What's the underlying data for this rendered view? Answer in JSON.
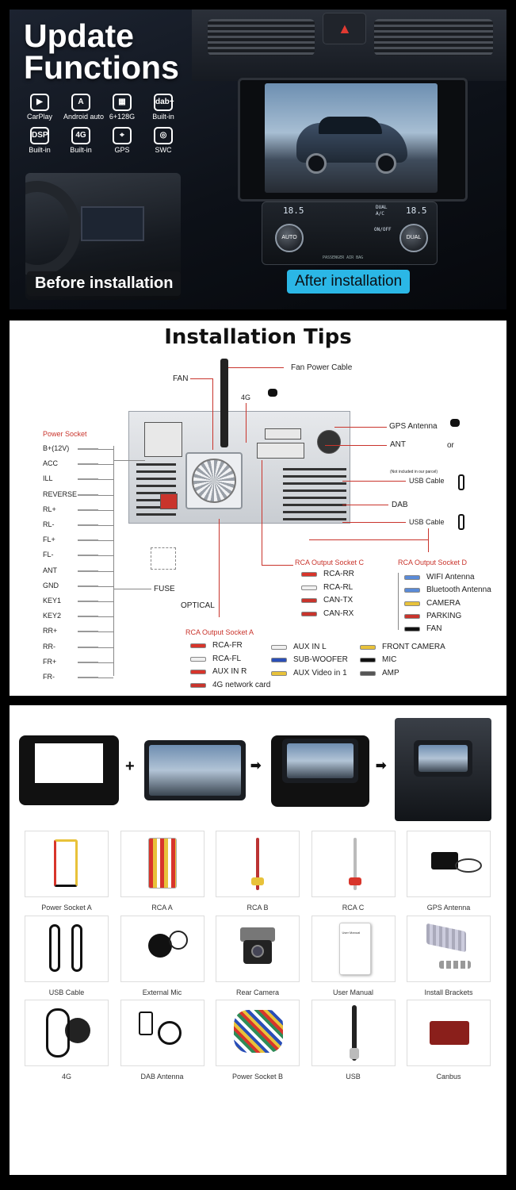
{
  "panel1": {
    "title_line1": "Update",
    "title_line2": "Functions",
    "features": [
      {
        "icon": "carplay-icon",
        "glyph": "▶",
        "label": "CarPlay"
      },
      {
        "icon": "android-auto-icon",
        "glyph": "A",
        "label": "Android auto"
      },
      {
        "icon": "chip-icon",
        "glyph": "▦",
        "label": "6+128G"
      },
      {
        "icon": "dab-icon",
        "glyph": "dab+",
        "label": "Built-in"
      },
      {
        "icon": "dsp-icon",
        "glyph": "DSP",
        "label": "Built-in"
      },
      {
        "icon": "4g-icon",
        "glyph": "4G",
        "label": "Built-in"
      },
      {
        "icon": "gps-icon",
        "glyph": "⌖",
        "label": "GPS"
      },
      {
        "icon": "steering-wheel-icon",
        "glyph": "◎",
        "label": "SWC"
      }
    ],
    "before_label": "Before installation",
    "after_label": "After installation",
    "climate": {
      "temp_left": "18.5",
      "temp_right": "18.5",
      "auto": "AUTO",
      "dual_top": "DUAL",
      "ac": "A/C",
      "on_off": "ON/OFF",
      "dual": "DUAL",
      "passenger": "PASSENGER AIR BAG"
    }
  },
  "panel2": {
    "title": "Installation Tips",
    "fan_power_cable": "Fan Power Cable",
    "fan": "FAN",
    "fourg": "4G",
    "gps_antenna": "GPS Antenna",
    "ant": "ANT",
    "or": "or",
    "not_included": "(Not included in our parcel)",
    "usb_cable_1": "USB Cable",
    "dab": "DAB",
    "usb_cable_2": "USB Cable",
    "power_socket_title": "Power Socket",
    "power_socket": [
      {
        "label": "B+(12V)",
        "color": "#e8c23a"
      },
      {
        "label": "ACC",
        "color": "#d8352b"
      },
      {
        "label": "ILL",
        "color": "#e07a2a"
      },
      {
        "label": "REVERSE",
        "color": "#e0647a"
      },
      {
        "label": "RL+",
        "color": "#2e8b57"
      },
      {
        "label": "RL-",
        "color": "#7fbf7f"
      },
      {
        "label": "FL+",
        "color": "#f2f2f2"
      },
      {
        "label": "FL-",
        "color": "#bfbfbf"
      },
      {
        "label": "ANT",
        "color": "#2a4fb8"
      },
      {
        "label": "GND",
        "color": "#111111"
      },
      {
        "label": "KEY1",
        "color": "#8a5a3a"
      },
      {
        "label": "KEY2",
        "color": "#a0522d"
      },
      {
        "label": "RR+",
        "color": "#6a3fa0"
      },
      {
        "label": "RR-",
        "color": "#9b7fc8"
      },
      {
        "label": "FR+",
        "color": "#8a8a8a"
      },
      {
        "label": "FR-",
        "color": "#5a6a3a"
      }
    ],
    "fuse": "FUSE",
    "optical": "OPTICAL",
    "rca_c_title": "RCA Output Socket C",
    "rca_c": [
      {
        "label": "RCA-RR",
        "color": "#d8352b"
      },
      {
        "label": "RCA-RL",
        "color": "#f0f0f0"
      },
      {
        "label": "CAN-TX",
        "color": "#c9342c"
      },
      {
        "label": "CAN-RX",
        "color": "#c9342c"
      }
    ],
    "rca_d_title": "RCA Output Socket D",
    "rca_d": [
      {
        "label": "WIFI Antenna",
        "color": "#5a8bd8"
      },
      {
        "label": "Bluetooth Antenna",
        "color": "#5a8bd8"
      },
      {
        "label": "CAMERA",
        "color": "#e8c23a"
      },
      {
        "label": "PARKING",
        "color": "#c9342c"
      },
      {
        "label": "FAN",
        "color": "#111111"
      }
    ],
    "rca_a_title": "RCA Output Socket A",
    "rca_a": [
      {
        "label": "RCA-FR",
        "color": "#d8352b"
      },
      {
        "label": "RCA-FL",
        "color": "#f0f0f0"
      },
      {
        "label": "AUX IN R",
        "color": "#d8352b"
      },
      {
        "label": "4G network card",
        "color": "#c9342c"
      }
    ],
    "rca_b": [
      {
        "label": "AUX IN L",
        "color": "#f0f0f0"
      },
      {
        "label": "SUB-WOOFER",
        "color": "#2a4fb8"
      },
      {
        "label": "AUX Video in 1",
        "color": "#e8c23a"
      }
    ],
    "rca_e": [
      {
        "label": "FRONT CAMERA",
        "color": "#e8c23a"
      },
      {
        "label": "MIC",
        "color": "#111111"
      },
      {
        "label": "AMP",
        "color": "#555555"
      }
    ]
  },
  "panel3": {
    "plus": "+",
    "arrow": "➡",
    "items": [
      {
        "name": "power-socket-a",
        "label": "Power Socket A"
      },
      {
        "name": "rca-a",
        "label": "RCA  A"
      },
      {
        "name": "rca-b",
        "label": "RCA  B"
      },
      {
        "name": "rca-c",
        "label": "RCA  C"
      },
      {
        "name": "gps-antenna",
        "label": "GPS Antenna"
      },
      {
        "name": "usb-cable",
        "label": "USB Cable"
      },
      {
        "name": "external-mic",
        "label": "External Mic"
      },
      {
        "name": "rear-camera",
        "label": "Rear Camera"
      },
      {
        "name": "user-manual",
        "label": "User Manual",
        "manual_text": "User Manual"
      },
      {
        "name": "install-brackets",
        "label": "Install Brackets"
      },
      {
        "name": "4g",
        "label": "4G"
      },
      {
        "name": "dab-antenna",
        "label": "DAB Antenna"
      },
      {
        "name": "power-socket-b",
        "label": "Power Socket B"
      },
      {
        "name": "usb",
        "label": "USB"
      },
      {
        "name": "canbus",
        "label": "Canbus"
      }
    ]
  }
}
